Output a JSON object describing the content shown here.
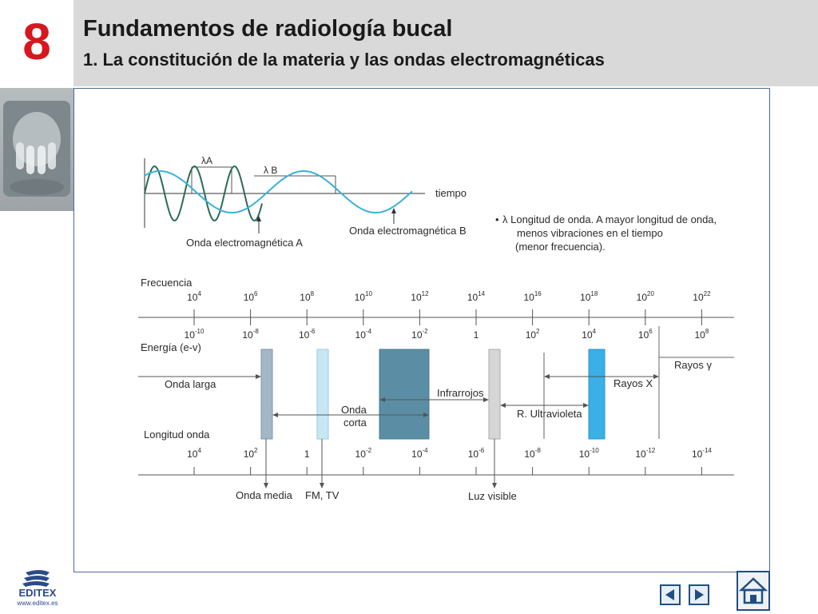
{
  "header": {
    "chapter_number": "8",
    "title": "Fundamentos de radiología bucal",
    "subtitle": "1. La constitución de la materia y las ondas electromagnéticas"
  },
  "colors": {
    "chapter_red": "#d6181e",
    "wave_green": "#2a6b55",
    "wave_blue": "#3ab0d8",
    "nav_blue": "#1f4f82",
    "bar_onda_larga": "#a3b7c6",
    "bar_fm_tv": "#c7e7f5",
    "bar_infrarrojos": "#5b8ea4",
    "bar_luz_visible": "#d6d6d6",
    "bar_rayos_x": "#3ab0e6"
  },
  "waves": {
    "lambda_a": "λA",
    "lambda_b": "λ B",
    "time_label": "tiempo",
    "wave_a_label": "Onda electromagnética A",
    "wave_b_label": "Onda electromagnética B",
    "note_bullet": "•",
    "note_line1": "λ  Longitud de onda. A mayor longitud de onda,",
    "note_line2": "menos vibraciones en el tiempo",
    "note_line3": "(menor frecuencia)."
  },
  "spectrum": {
    "frequency_label": "Frecuencia",
    "frequency_ticks": [
      {
        "base": "10",
        "exp": "4"
      },
      {
        "base": "10",
        "exp": "6"
      },
      {
        "base": "10",
        "exp": "8"
      },
      {
        "base": "10",
        "exp": "10"
      },
      {
        "base": "10",
        "exp": "12"
      },
      {
        "base": "10",
        "exp": "14"
      },
      {
        "base": "10",
        "exp": "16"
      },
      {
        "base": "10",
        "exp": "18"
      },
      {
        "base": "10",
        "exp": "20"
      },
      {
        "base": "10",
        "exp": "22"
      }
    ],
    "energy_label": "Energía (e-v)",
    "energy_ticks": [
      {
        "base": "10",
        "exp": "-10"
      },
      {
        "base": "10",
        "exp": "-8"
      },
      {
        "base": "10",
        "exp": "-6"
      },
      {
        "base": "10",
        "exp": "-4"
      },
      {
        "base": "10",
        "exp": "-2"
      },
      {
        "base": "1",
        "exp": ""
      },
      {
        "base": "10",
        "exp": "2"
      },
      {
        "base": "10",
        "exp": "4"
      },
      {
        "base": "10",
        "exp": "6"
      },
      {
        "base": "10",
        "exp": "8"
      }
    ],
    "wavelength_label": "Longitud onda",
    "wavelength_ticks": [
      {
        "base": "10",
        "exp": "4"
      },
      {
        "base": "10",
        "exp": "2"
      },
      {
        "base": "1",
        "exp": ""
      },
      {
        "base": "10",
        "exp": "-2"
      },
      {
        "base": "10",
        "exp": "-4"
      },
      {
        "base": "10",
        "exp": "-6"
      },
      {
        "base": "10",
        "exp": "-8"
      },
      {
        "base": "10",
        "exp": "-10"
      },
      {
        "base": "10",
        "exp": "-12"
      },
      {
        "base": "10",
        "exp": "-14"
      }
    ],
    "bands": {
      "onda_larga": "Onda larga",
      "onda_corta_1": "Onda",
      "onda_corta_2": "corta",
      "infrarrojos": "Infrarrojos",
      "ultravioleta": "R. Ultravioleta",
      "rayos_x": "Rayos X",
      "rayos_gamma": "Rayos γ",
      "onda_media": "Onda media",
      "fm_tv": "FM, TV",
      "luz_visible": "Luz visible"
    }
  },
  "footer": {
    "logo_name": "EDITEX",
    "logo_url": "www.editex.es",
    "prev_icon": "triangle-left-icon",
    "next_icon": "triangle-right-icon",
    "home_icon": "house-icon"
  }
}
